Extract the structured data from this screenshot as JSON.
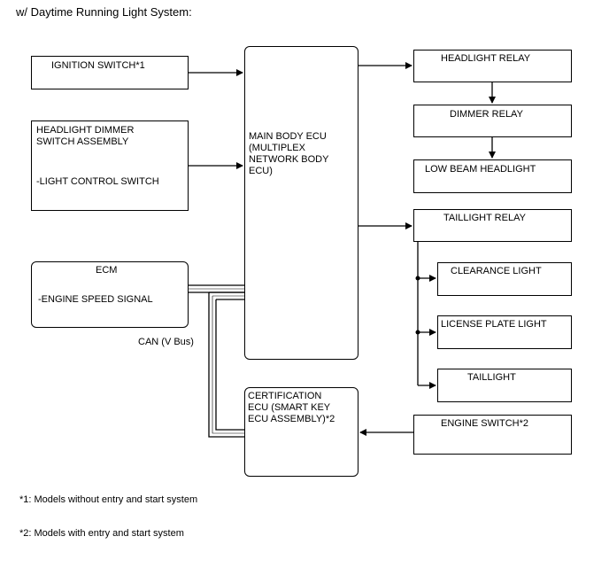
{
  "title": "w/ Daytime Running Light System:",
  "boxes": {
    "ignition": "IGNITION SWITCH*1",
    "dimmer_switch": "HEADLIGHT DIMMER\nSWITCH ASSEMBLY",
    "dimmer_switch_sub": "-LIGHT CONTROL SWITCH",
    "ecm": "ECM",
    "ecm_sub": "-ENGINE SPEED SIGNAL",
    "main_body_ecu": "MAIN BODY ECU\n(MULTIPLEX\nNETWORK BODY\nECU)",
    "certification_ecu": "CERTIFICATION\nECU (SMART KEY\nECU ASSEMBLY)*2",
    "headlight_relay": "HEADLIGHT RELAY",
    "dimmer_relay": "DIMMER RELAY",
    "low_beam": "LOW BEAM HEADLIGHT",
    "taillight_relay": "TAILLIGHT RELAY",
    "clearance_light": "CLEARANCE LIGHT",
    "license_plate_light": "LICENSE PLATE LIGHT",
    "taillight": "TAILLIGHT",
    "engine_switch": "ENGINE SWITCH*2"
  },
  "can_label": "CAN (V Bus)",
  "notes": [
    "*1: Models without entry and start system",
    "*2: Models with entry and start system"
  ]
}
